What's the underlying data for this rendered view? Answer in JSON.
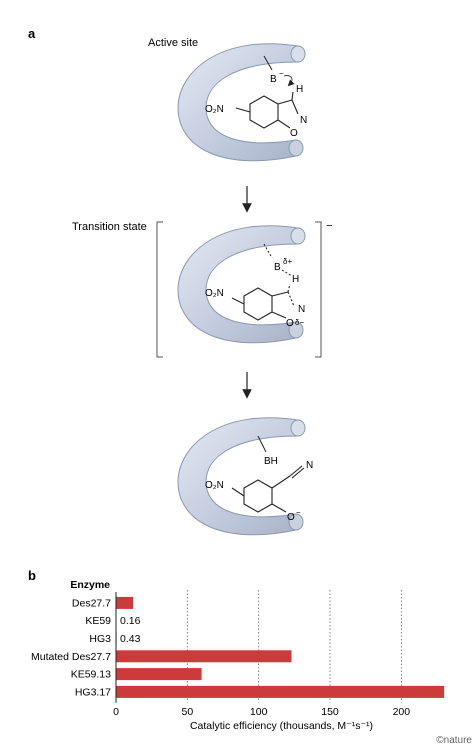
{
  "panel_a": {
    "label": "a",
    "stage1": {
      "title": "Active site",
      "base": "B",
      "base_charge": "−",
      "h": "H",
      "n": "N",
      "o": "O",
      "no2": "O₂N"
    },
    "stage2": {
      "title": "Transition state",
      "base": "B",
      "base_charge": "δ+",
      "h": "H",
      "n": "N",
      "o": "O",
      "o_charge": "δ−",
      "no2": "O₂N",
      "bracket_charge": "−"
    },
    "stage3": {
      "base": "BH",
      "n": "N",
      "o": "O",
      "o_charge": "−",
      "no2": "O₂N"
    }
  },
  "panel_b": {
    "label": "b"
  },
  "chart_data": {
    "type": "bar",
    "orientation": "horizontal",
    "y_header": "Enzyme",
    "categories": [
      "Des27.7",
      "KE59",
      "HG3",
      "Mutated Des27.7",
      "KE59.13",
      "HG3.17"
    ],
    "values": [
      12,
      0.16,
      0.43,
      123,
      60,
      230
    ],
    "value_labels": [
      "",
      "0.16",
      "0.43",
      "",
      "",
      ""
    ],
    "xlabel": "Catalytic efficiency (thousands, M⁻¹s⁻¹)",
    "xticks": [
      "0",
      "50",
      "100",
      "150",
      "200"
    ],
    "xlim": [
      0,
      232
    ],
    "grid": "dotted vertical",
    "bar_color": "#cc3a3a"
  },
  "credit": "©nature"
}
